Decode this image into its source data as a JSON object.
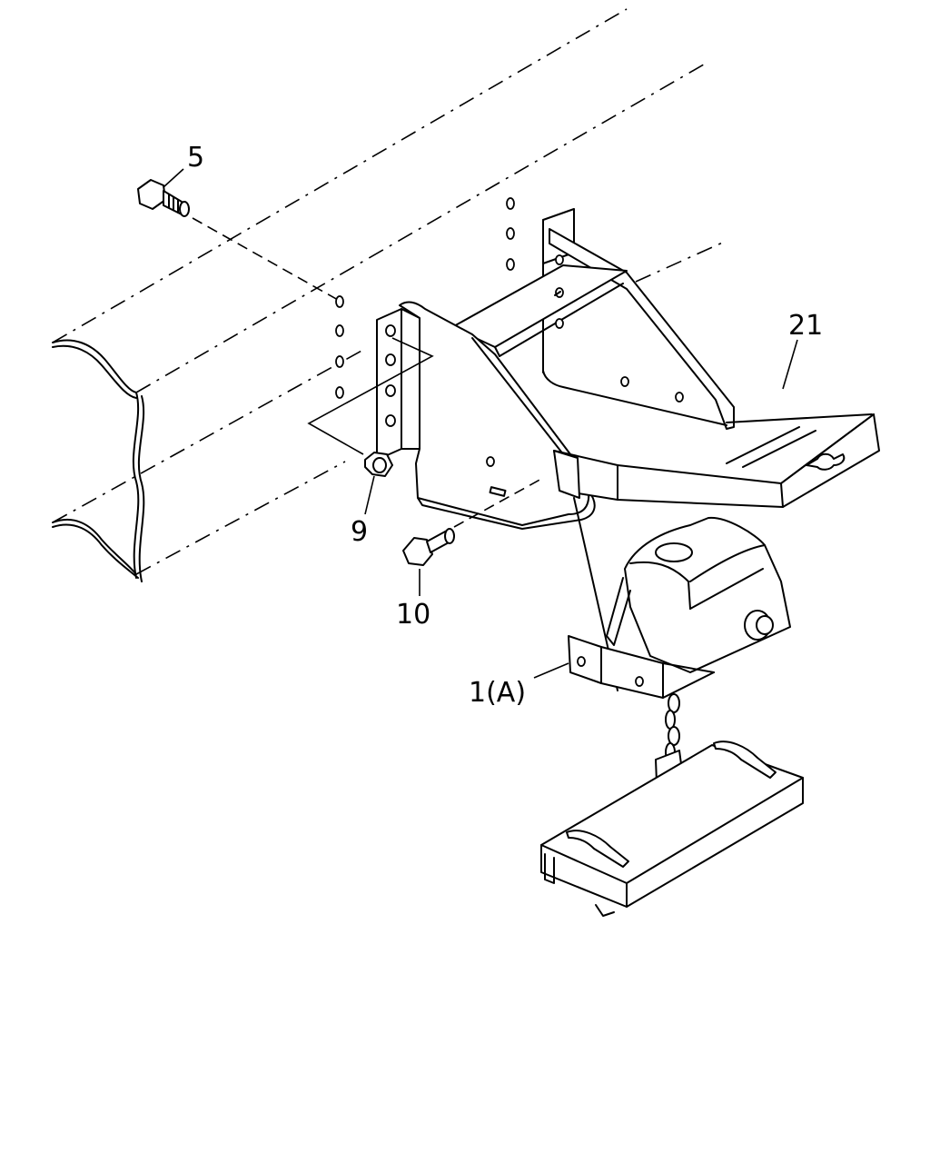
{
  "diagram": {
    "callouts": [
      {
        "id": "bolt-upper",
        "label": "5"
      },
      {
        "id": "nut",
        "label": "9"
      },
      {
        "id": "bolt-lower",
        "label": "10"
      },
      {
        "id": "carrier-assembly",
        "label": "1(A)"
      },
      {
        "id": "frame-bracket",
        "label": "21"
      }
    ],
    "line_color": "#000000",
    "background_color": "#ffffff"
  }
}
